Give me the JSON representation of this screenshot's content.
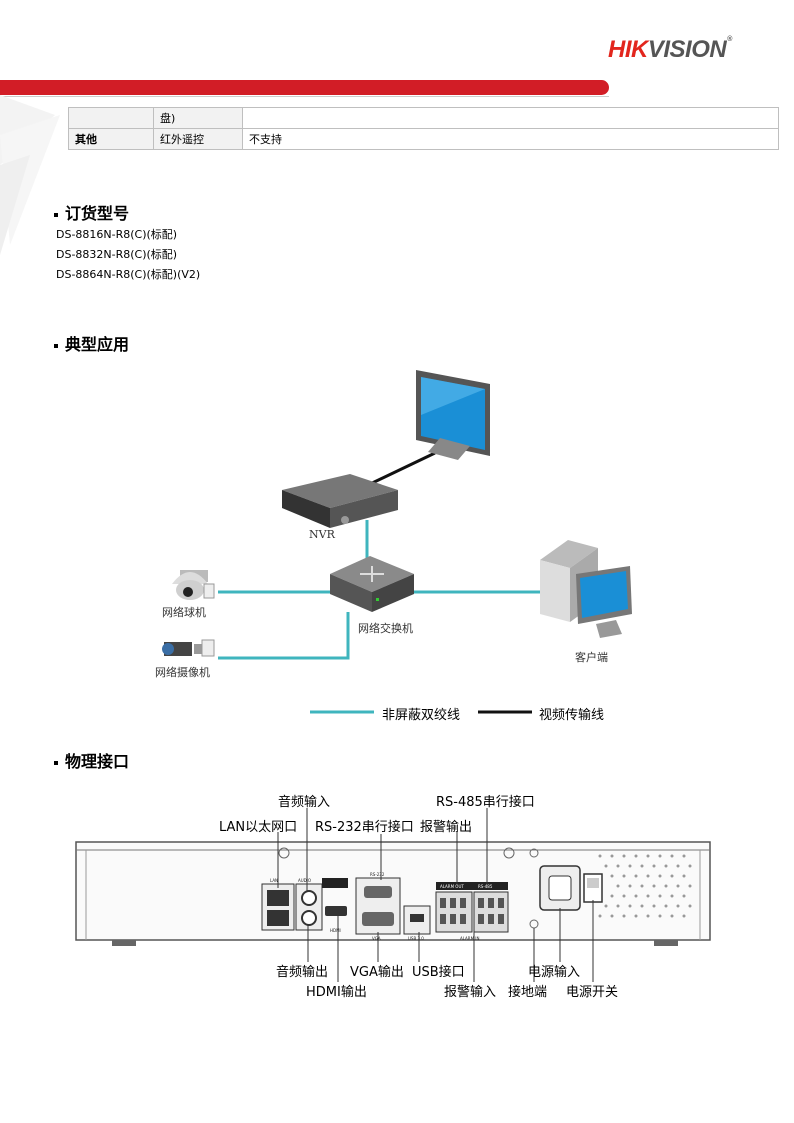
{
  "header": {
    "logo_hik": "HIK",
    "logo_vision": "VISION",
    "logo_reg": "®"
  },
  "spec_table": {
    "row1": {
      "col1": "",
      "col2": "盘)",
      "col3": ""
    },
    "row2": {
      "col1": "其他",
      "col2": "红外遥控",
      "col3": "不支持"
    }
  },
  "ordering": {
    "title": "订货型号",
    "models": [
      "DS-8816N-R8(C)(标配)",
      "DS-8832N-R8(C)(标配)",
      "DS-8864N-R8(C)(标配)(V2)"
    ]
  },
  "typical": {
    "title": "典型应用",
    "labels": {
      "nvr": "NVR",
      "switch": "网络交换机",
      "dome": "网络球机",
      "camera": "网络摄像机",
      "client": "客户端"
    },
    "legend": {
      "utp": "非屏蔽双绞线",
      "video": "视频传输线"
    },
    "colors": {
      "utp": "#3fb5be",
      "video": "#111111"
    }
  },
  "physical": {
    "title": "物理接口",
    "labels": {
      "audio_in": "音频输入",
      "rs485": "RS-485串行接口",
      "lan": "LAN以太网口",
      "rs232": "RS-232串行接口",
      "alarm_out": "报警输出",
      "audio_out": "音频输出",
      "vga_out": "VGA输出",
      "usb": "USB接口",
      "power_in": "电源输入",
      "hdmi_out": "HDMI输出",
      "alarm_in": "报警输入",
      "ground": "接地端",
      "power_switch": "电源开关"
    },
    "panel_text": {
      "lan": "LAN",
      "audio": "AUDIO",
      "hdmi": "HDMI",
      "rs232": "RS-232",
      "vga": "VGA",
      "usb": "USB 3.0",
      "alarm_out": "ALARM OUT",
      "rs485": "RS-485",
      "alarm_in": "ALARM IN"
    }
  }
}
